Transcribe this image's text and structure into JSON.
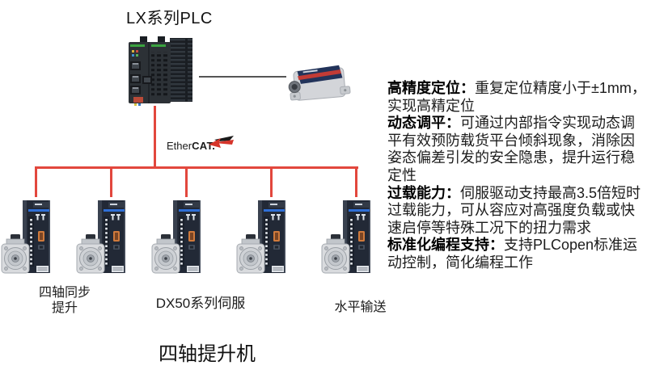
{
  "diagram": {
    "plc_title": "LX系列PLC",
    "ethercat": {
      "prefix": "Ether",
      "bold": "CAT."
    },
    "labels": {
      "lift_line1": "四轴同步",
      "lift_line2": "提升",
      "servo_series": "DX50系列伺服",
      "conveyor": "水平输送"
    },
    "bottom_title": "四轴提升机",
    "servo_units_count": 5
  },
  "features": [
    {
      "title": "高精度定位：",
      "text": "重复定位精度小于±1mm，实现高精定位"
    },
    {
      "title": "动态调平：",
      "text": "可通过内部指令实现动态调平有效预防载货平台倾斜现象，消除因姿态偏差引发的安全隐患，提升运行稳定性"
    },
    {
      "title": "过载能力：",
      "text": "伺服驱动支持最高3.5倍短时过载能力，可从容应对高强度负载或快速启停等特殊工况下的扭力需求"
    },
    {
      "title": "标准化编程支持：",
      "text": "支持PLCopen标准运动控制，简化编程工作"
    }
  ],
  "colors": {
    "bus_red": "#e2473d",
    "link_gray": "#555555",
    "accent_blue": "#2f6fd6",
    "logo_red": "#d6352b"
  }
}
